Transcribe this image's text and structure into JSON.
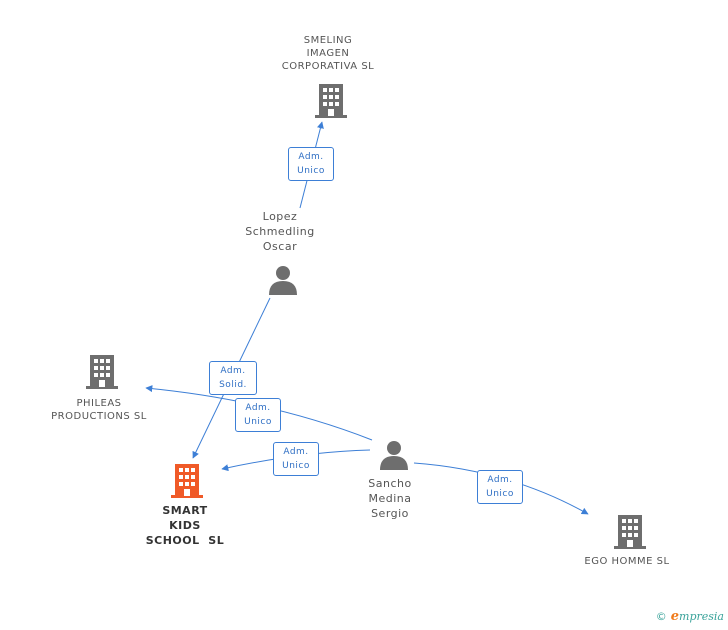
{
  "colors": {
    "edge": "#3d7fd6",
    "company": "#6e6e6e",
    "company_highlight": "#f05a28",
    "person": "#6e6e6e"
  },
  "nodes": {
    "smeling": {
      "lines": [
        "SMELING",
        "IMAGEN",
        "CORPORATIVA SL"
      ],
      "icon": "building-icon"
    },
    "lopez": {
      "lines": [
        "Lopez",
        "Schmedling",
        "Oscar"
      ],
      "icon": "person-icon"
    },
    "phileas": {
      "lines": [
        "PHILEAS",
        "PRODUCTIONS SL"
      ],
      "icon": "building-icon"
    },
    "smart": {
      "lines": [
        "SMART",
        "KIDS",
        "SCHOOL  SL"
      ],
      "icon": "building-icon"
    },
    "sancho": {
      "lines": [
        "Sancho",
        "Medina",
        "Sergio"
      ],
      "icon": "person-icon"
    },
    "ego": {
      "lines": [
        "EGO HOMME SL"
      ],
      "icon": "building-icon"
    }
  },
  "edges": {
    "lopez_smeling": [
      "Adm.",
      "Unico"
    ],
    "lopez_smart": [
      "Adm.",
      "Solid."
    ],
    "sancho_phileas": [
      "Adm.",
      "Unico"
    ],
    "sancho_smart": [
      "Adm.",
      "Unico"
    ],
    "sancho_ego": [
      "Adm.",
      "Unico"
    ]
  },
  "footer": {
    "copyright": "©",
    "brand_initial": "e",
    "brand_rest": "mpresia"
  }
}
